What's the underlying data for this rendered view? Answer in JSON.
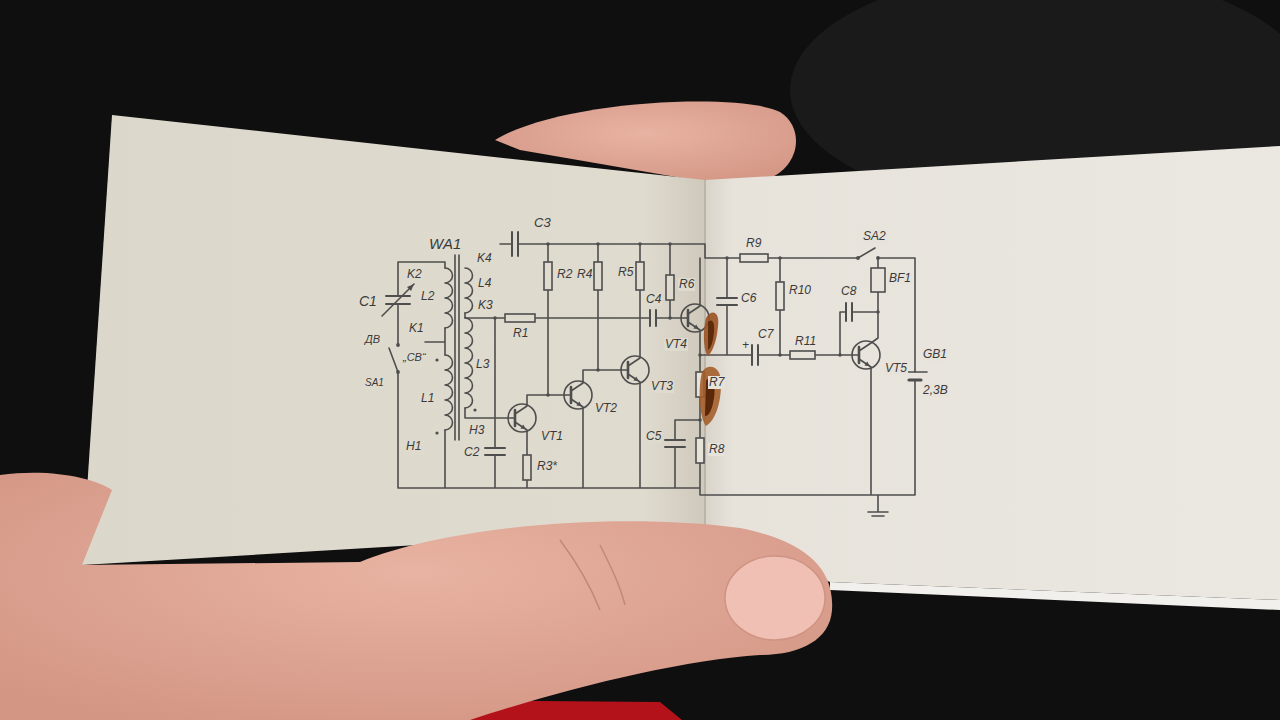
{
  "diagram": {
    "labels": [
      "WA1",
      "C3",
      "C1",
      "K2",
      "L2",
      "K1",
      "ДВ",
      "„СВ“",
      "SA1",
      "L1",
      "H1",
      "K4",
      "L4",
      "K3",
      "L3",
      "H3",
      "C2",
      "R1",
      "R2",
      "R4",
      "R5",
      "R6",
      "C4",
      "VT4",
      "VT3",
      "VT2",
      "VT1",
      "R3*",
      "C5",
      "R7",
      "R8",
      "R9",
      "C6",
      "C7",
      "+",
      "R10",
      "R11",
      "C8",
      "VT5",
      "SA2",
      "BF1",
      "GB1",
      "2,3В"
    ]
  }
}
